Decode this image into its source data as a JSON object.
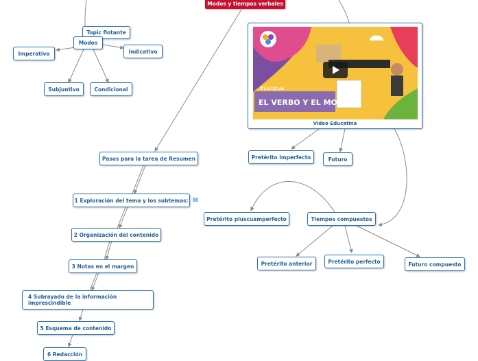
{
  "root": {
    "label": "Modos y tiempos verbales"
  },
  "nodes": {
    "topic_floating": "Topic flotante",
    "modos": "Modos",
    "imperativo": "Imperativo",
    "indicativo": "Indicativo",
    "subjuntivo": "Subjuntivo",
    "condicional": "Condicional",
    "pasos": "Pasos para la tarea de Resumen",
    "paso1": "1 Exploración del tema y los subtemas:",
    "paso2": "2 Organización del contenido",
    "paso3": "3 Notas en el margen",
    "paso4": "4 Subrayado de la información imprescindible",
    "paso5": "5 Esquema de contenido",
    "paso6": "6 Redacción",
    "preterito_imperfecto": "Pretérito imperfecto",
    "futuro": "Futuro",
    "tiempos_compuestos": "Tiempos compuestos",
    "pluscuamperfecto": "Pretérito pluscuamperfecto",
    "preterito_anterior": "Pretérito anterior",
    "preterito_perfecto": "Pretérito perfecto",
    "futuro_compuesto": "Futuro compuesto"
  },
  "video": {
    "caption": "Video Educatina",
    "hashtag": "#Lengua",
    "banner": "EL VERBO Y EL MODO"
  },
  "icons": {
    "note": "note-icon",
    "play": "play-icon"
  },
  "colors": {
    "root_bg": "#c8102e",
    "node_border": "#2b6fa8",
    "node_text": "#1f5f99",
    "edge": "#8a8a8a"
  }
}
